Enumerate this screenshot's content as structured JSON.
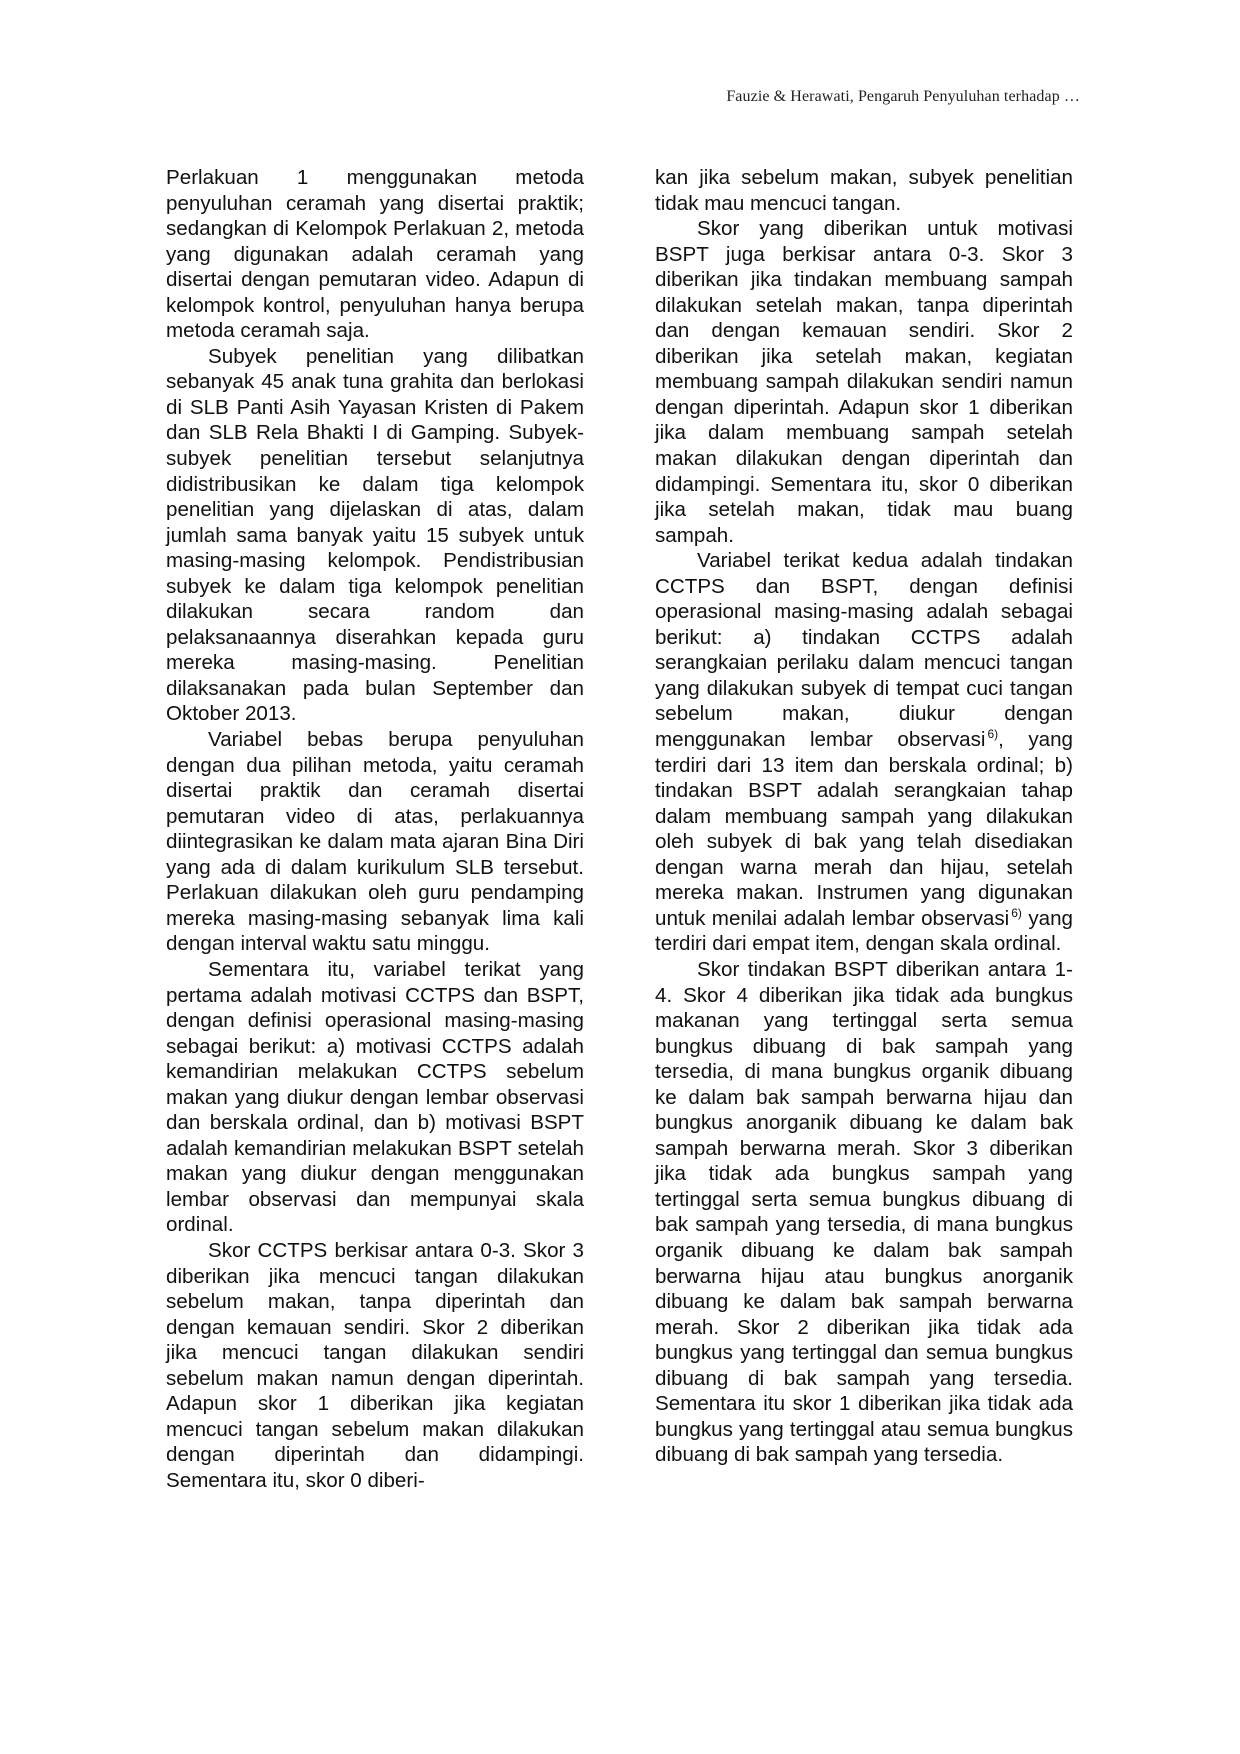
{
  "header": {
    "running_head": "Fauzie & Herawati, Pengaruh Penyuluhan terhadap …"
  },
  "left_column": {
    "p1": "Perlakuan 1 menggunakan metoda penyuluhan ceramah yang disertai praktik; sedangkan di Kelompok Perlakuan 2, metoda yang digunakan adalah ceramah yang disertai dengan pemutaran video. Adapun di kelompok kontrol, penyuluhan hanya berupa metoda ceramah saja.",
    "p2": "Subyek penelitian yang dilibatkan sebanyak 45 anak tuna grahita dan berlokasi di SLB Panti Asih Yayasan Kristen di Pakem dan SLB Rela Bhakti I di Gamping. Subyek-subyek penelitian tersebut selanjutnya didistribusikan ke dalam tiga kelompok penelitian yang dijelaskan di atas, dalam jumlah sama banyak yaitu 15 subyek untuk masing-masing kelompok. Pendistribusian subyek ke dalam tiga kelompok penelitian dilakukan secara random dan pelaksanaannya diserahkan kepada guru mereka masing-masing. Penelitian dilaksanakan pada bulan September dan Oktober 2013.",
    "p3": "Variabel bebas berupa penyuluhan dengan dua pilihan metoda, yaitu ceramah disertai praktik dan ceramah disertai pemutaran video di atas, perlakuannya diintegrasikan ke dalam mata ajaran Bina Diri yang ada di dalam kurikulum SLB tersebut. Perlakuan dilakukan oleh guru pendamping mereka masing-masing sebanyak lima kali dengan interval waktu satu minggu.",
    "p4": "Sementara itu, variabel terikat yang pertama adalah motivasi CCTPS dan BSPT, dengan definisi operasional masing-masing sebagai berikut: a) motivasi CCTPS adalah kemandirian melakukan CCTPS sebelum makan yang diukur dengan lembar observasi dan berskala ordinal, dan b) motivasi BSPT adalah kemandirian melakukan BSPT setelah makan yang diukur dengan menggunakan lembar observasi dan mempunyai skala ordinal.",
    "p5": "Skor CCTPS berkisar antara 0-3. Skor 3 diberikan jika mencuci tangan dilakukan sebelum makan, tanpa diperintah dan dengan kemauan sendiri. Skor 2 diberikan jika mencuci tangan dilakukan sendiri sebelum makan namun dengan diperintah. Adapun skor 1 diberikan jika kegiatan mencuci tangan sebelum makan dilakukan dengan diperintah dan didampingi. Sementara itu, skor 0 diberi-"
  },
  "right_column": {
    "p1": "kan jika sebelum makan, subyek penelitian tidak mau mencuci tangan.",
    "p2": "Skor yang diberikan untuk motivasi BSPT juga berkisar antara 0-3. Skor 3 diberikan jika tindakan membuang sampah dilakukan setelah makan, tanpa diperintah  dan dengan kemauan sendiri. Skor 2 diberikan jika setelah makan, kegiatan membuang sampah dilakukan sendiri namun dengan diperintah. Adapun skor 1 diberikan jika dalam membuang sampah setelah makan dilakukan dengan diperintah dan didampingi. Sementara itu, skor 0 diberikan jika setelah makan, tidak mau buang sampah.",
    "p3_a": "Variabel terikat kedua adalah tindakan CCTPS dan BSPT, dengan definisi operasional masing-masing adalah sebagai berikut: a) tindakan CCTPS adalah serangkaian perilaku dalam mencuci tangan yang dilakukan  subyek  di tempat cuci tangan sebelum makan, diukur dengan menggunakan lembar observasi",
    "p3_cite1": "6)",
    "p3_b": ", yang terdiri dari 13 item dan berskala ordinal; b) tindakan BSPT adalah serangkaian tahap dalam membuang sampah yang dilakukan oleh subyek di bak yang telah disediakan dengan warna merah dan hijau, setelah mereka makan. Instrumen yang digunakan untuk menilai adalah lembar observasi",
    "p3_cite2": "6)",
    "p3_c": " yang terdiri dari empat item, dengan skala ordinal.",
    "p4": "Skor tindakan BSPT diberikan antara 1-4. Skor 4 diberikan jika  tidak ada bungkus makanan yang tertinggal serta semua bungkus dibuang di bak sampah yang tersedia, di mana bungkus organik dibuang ke dalam bak sampah berwarna hijau dan bungkus anorganik dibuang ke dalam bak sampah berwarna merah. Skor 3 diberikan jika  tidak ada bungkus sampah yang tertinggal serta semua bungkus dibuang di bak sampah yang tersedia, di mana bungkus organik dibuang ke dalam bak sampah berwarna hijau atau bungkus anorganik dibuang ke dalam bak sampah berwarna merah. Skor 2 diberikan jika tidak ada bungkus yang tertinggal dan semua bungkus dibuang di bak sampah yang tersedia. Sementara itu skor 1 diberikan jika tidak ada bungkus yang tertinggal atau semua bungkus dibuang di bak sampah yang tersedia."
  }
}
